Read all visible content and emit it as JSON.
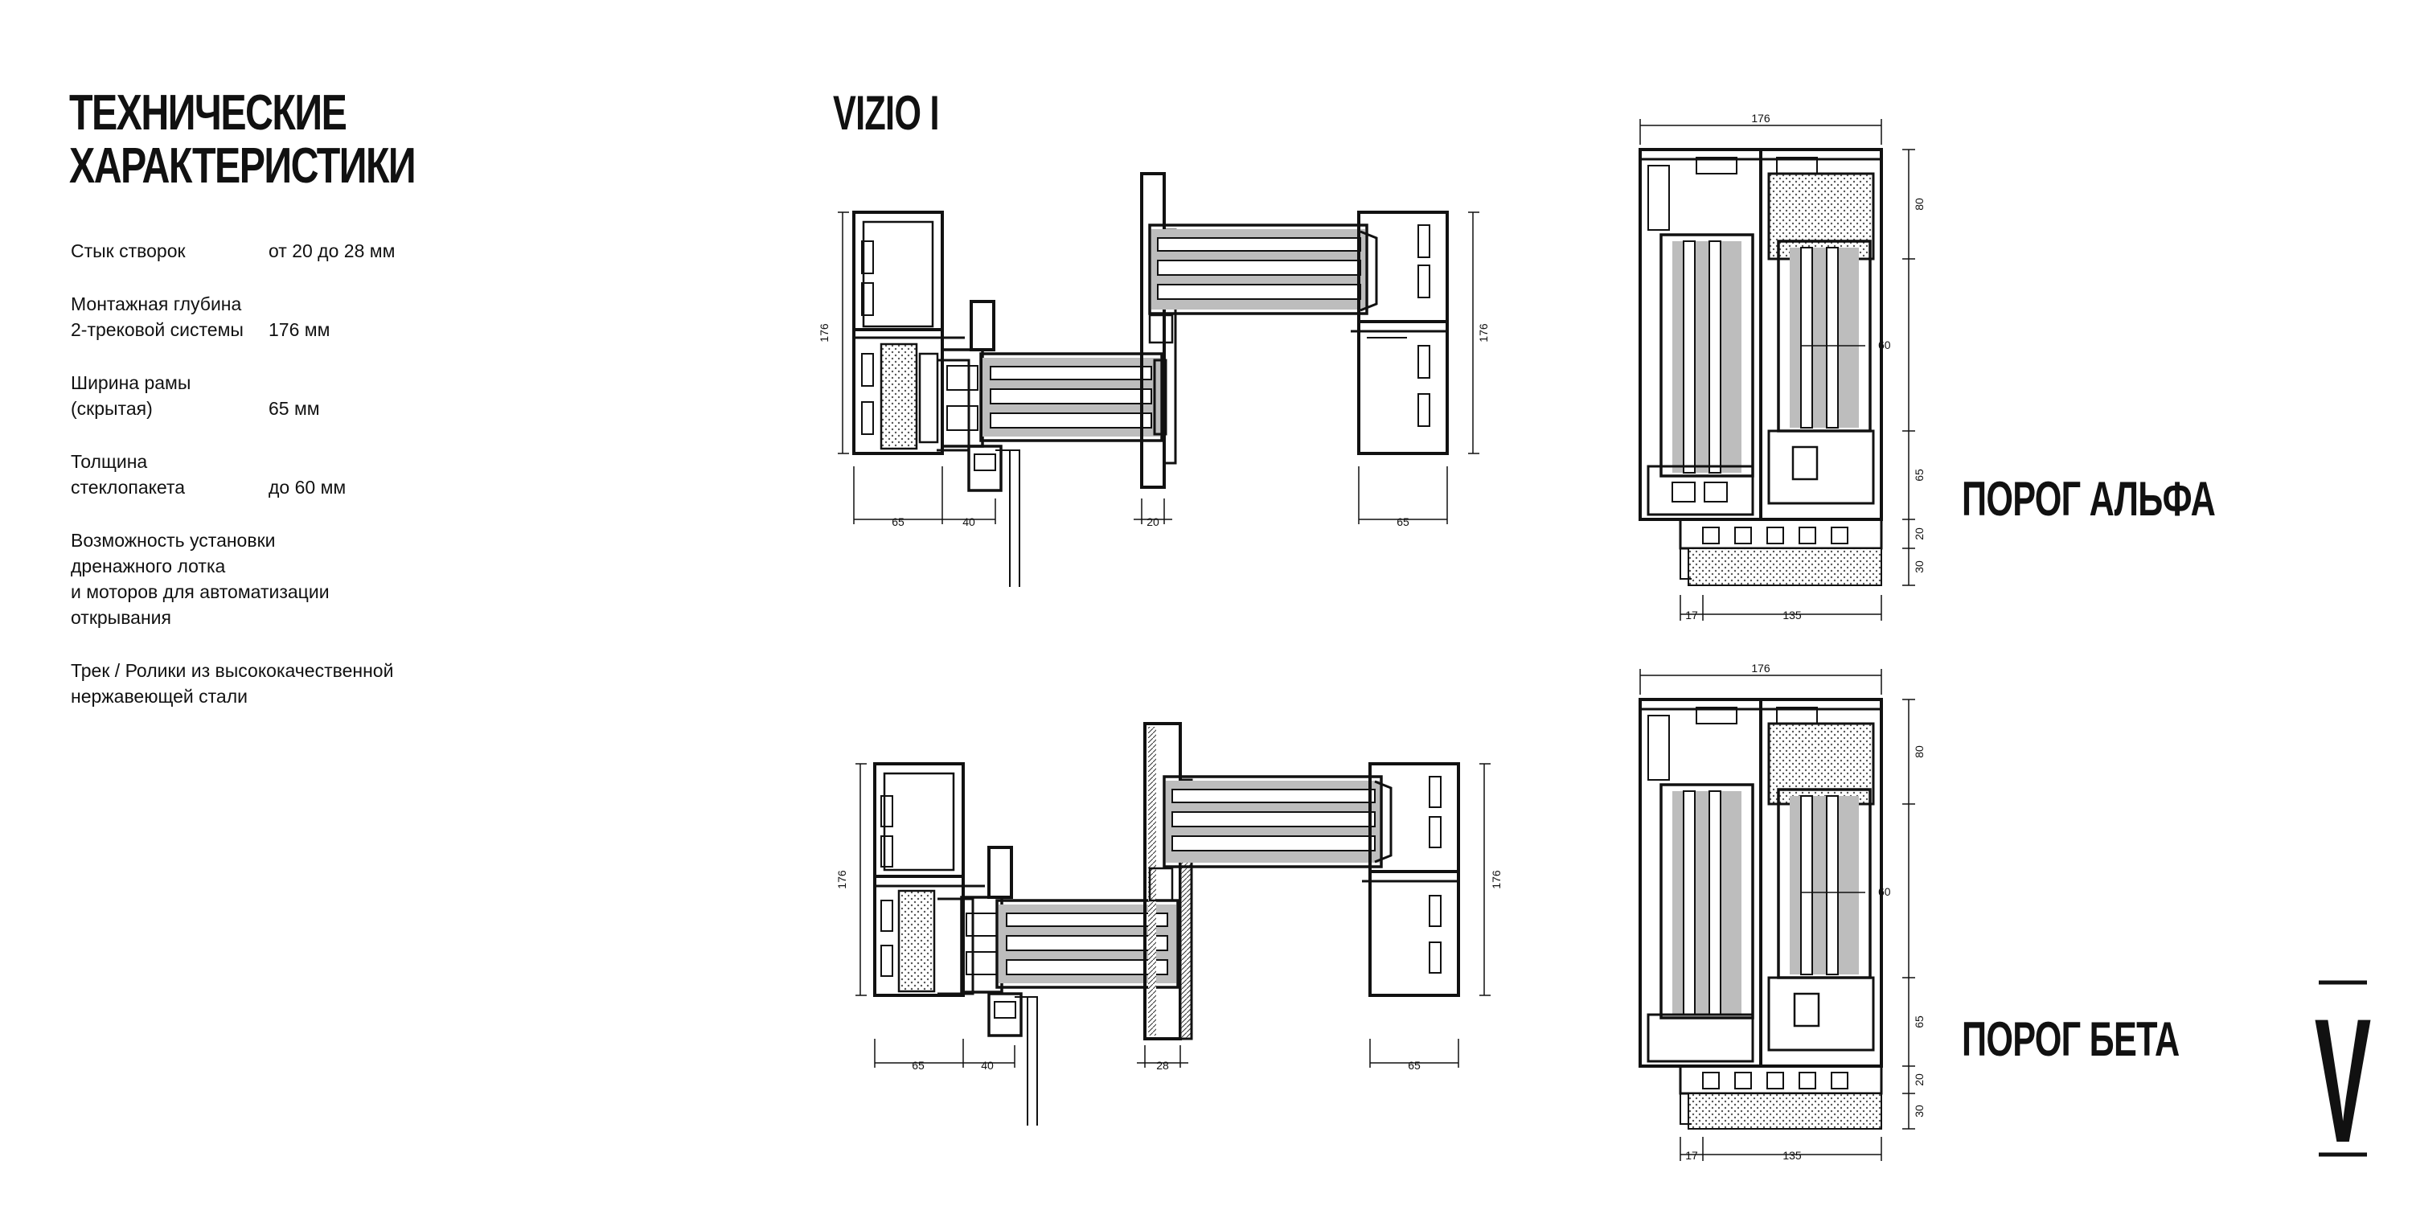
{
  "title": {
    "line1": "ТЕХНИЧЕСКИЕ",
    "line2": "ХАРАКТЕРИСТИКИ"
  },
  "specs": [
    {
      "label": [
        "Стык створок"
      ],
      "value": "от 20 до 28 мм"
    },
    {
      "label": [
        "Монтажная глубина",
        "2-трековой системы"
      ],
      "value": "176 мм"
    },
    {
      "label": [
        "Ширина рамы",
        "(скрытая)"
      ],
      "value": "65 мм"
    },
    {
      "label": [
        "Толщина",
        "стеклопакета"
      ],
      "value": "до 60 мм"
    },
    {
      "label": [
        "Возможность установки",
        "дренажного лотка",
        "и моторов для автоматизации",
        "открывания"
      ],
      "value": ""
    },
    {
      "label": [
        "Трек / Ролики из высококачественной",
        "нержавеющей стали"
      ],
      "value": ""
    }
  ],
  "plan_title": "VIZIO I",
  "threshold_alpha": "ПОРОГ АЛЬФА",
  "threshold_beta": "ПОРОГ БЕТА",
  "logo_letter": "V",
  "plan_top": {
    "dim_height_left": "176",
    "dim_height_right": "176",
    "dim_frame_left": "65",
    "dim_offset": "40",
    "dim_joint": "20",
    "dim_frame_right": "65"
  },
  "plan_bottom": {
    "dim_height_left": "176",
    "dim_height_right": "176",
    "dim_frame_left": "65",
    "dim_offset": "40",
    "dim_joint": "28",
    "dim_frame_right": "65"
  },
  "section_alpha": {
    "dim_depth": "176",
    "dim_top": "80",
    "dim_glass": "60",
    "dim_mid": "65",
    "dim_low": "20",
    "dim_base": "30",
    "dim_left": "17",
    "dim_width": "135"
  },
  "section_beta": {
    "dim_depth": "176",
    "dim_top": "80",
    "dim_glass": "60",
    "dim_mid": "65",
    "dim_low": "20",
    "dim_base": "30",
    "dim_left": "17",
    "dim_width": "135"
  },
  "colors": {
    "ink": "#111111",
    "glass_fill": "#bdbdbd",
    "insulation": "#d4d4d4",
    "background": "#ffffff"
  }
}
